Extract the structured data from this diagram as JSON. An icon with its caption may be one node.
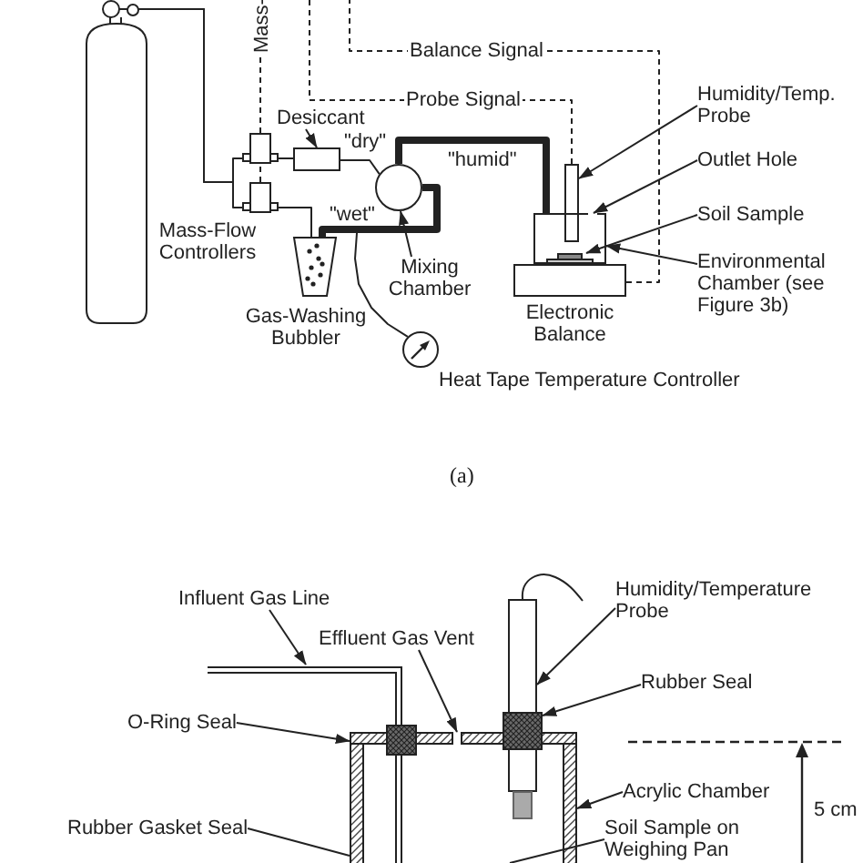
{
  "diagram": {
    "nodes": [
      {
        "text": [],
        "shape": "cylinder"
      },
      {
        "text": [],
        "shape": "box"
      },
      {
        "text": [],
        "shape": "box"
      },
      {
        "text": [
          "Desiccant"
        ]
      },
      {
        "text": [],
        "shape": "box"
      },
      {
        "text": [],
        "shape": "circle"
      },
      {
        "text": [],
        "shape": "beaker",
        "beside": [
          "Gas-Washing Bubbler"
        ]
      },
      {
        "text": [
          "Mixing Chamber"
        ]
      },
      {
        "text": [],
        "shape": "circle",
        "beside": [
          "Heat Tape Temperature Controller"
        ]
      },
      {
        "text": [],
        "shape": "box"
      },
      {
        "text": [],
        "shape": "box"
      },
      {
        "text": [],
        "shape": "box",
        "in": 10
      },
      {
        "text": [],
        "shape": "box",
        "beside": [
          "Electronic Balance"
        ]
      },
      {
        "text": [
          "Humidity/Temp. Probe"
        ]
      },
      {
        "text": [
          "Outlet Hole"
        ]
      },
      {
        "text": [
          "Soil Sample"
        ]
      },
      {
        "text": [
          "Environmental Chamber (see Figure 3b)"
        ]
      },
      {
        "text": [
          "Influent Gas Line"
        ]
      },
      {
        "text": [
          "Effluent Gas Vent"
        ]
      },
      {
        "text": [
          "Humidity/Temperature Probe"
        ]
      },
      {
        "text": [],
        "shape": "tube"
      },
      {
        "text": [],
        "shape": "box"
      },
      {
        "text": [
          "O-Ring Seal"
        ]
      },
      {
        "text": [
          "Rubber Seal"
        ]
      },
      {
        "text": [],
        "shape": "box"
      },
      {
        "text": [
          "Rubber Gasket Seal"
        ]
      },
      {
        "text": [
          "Acrylic Chamber"
        ]
      },
      {
        "text": [],
        "shape": "box"
      },
      {
        "text": [
          "Soil Sample on Weighing Pan"
        ]
      }
    ],
    "edges": [
      {
        "from": 0,
        "to": 1,
        "arrow": "none"
      },
      {
        "from": 0,
        "to": 2,
        "arrow": "none"
      },
      {
        "from": 2,
        "to": 1,
        "arrow": "none",
        "style": "dashed"
      },
      {
        "from": 1,
        "to": 4,
        "arrow": "none"
      },
      {
        "from": 4,
        "to": 5,
        "arrow": "none",
        "label": "\"dry\""
      },
      {
        "from": 2,
        "to": 6,
        "arrow": "none"
      },
      {
        "from": 6,
        "to": 5,
        "arrow": "none",
        "label": "\"wet\"",
        "style": "thick"
      },
      {
        "from": 5,
        "to": 10,
        "arrow": "none",
        "label": "\"humid\"",
        "style": "thick"
      },
      {
        "from": 8,
        "to": null,
        "arrow": "none"
      },
      {
        "from": 1,
        "to": null,
        "arrow": "none",
        "label": "Mass-",
        "style": "dashed"
      },
      {
        "from": 9,
        "to": null,
        "arrow": "none",
        "label": "Probe Signal",
        "style": "dashed"
      },
      {
        "from": 12,
        "to": null,
        "arrow": "none",
        "label": "Balance Signal",
        "style": "dashed"
      },
      {
        "from": 3,
        "to": 4,
        "arrow": "to"
      },
      {
        "from": 7,
        "to": 5,
        "arrow": "to"
      },
      {
        "from": 13,
        "to": 9,
        "arrow": "to"
      },
      {
        "from": 14,
        "to": 10,
        "arrow": "to"
      },
      {
        "from": 15,
        "to": 11,
        "arrow": "to"
      },
      {
        "from": 16,
        "to": 10,
        "arrow": "to"
      },
      {
        "from": 17,
        "to": 20,
        "arrow": "to"
      },
      {
        "from": 18,
        "to": 27,
        "arrow": "to"
      },
      {
        "from": 19,
        "to": 21,
        "arrow": "to"
      },
      {
        "from": 22,
        "to": 27,
        "arrow": "to"
      },
      {
        "from": 23,
        "to": 24,
        "arrow": "to"
      },
      {
        "from": 25,
        "to": 27,
        "arrow": "none"
      },
      {
        "from": 26,
        "to": 27,
        "arrow": "to"
      },
      {
        "from": 28,
        "to": 27,
        "arrow": "none"
      }
    ],
    "labels": [
      "Mass-Flow Controllers",
      "(a)",
      "5 cm"
    ]
  }
}
